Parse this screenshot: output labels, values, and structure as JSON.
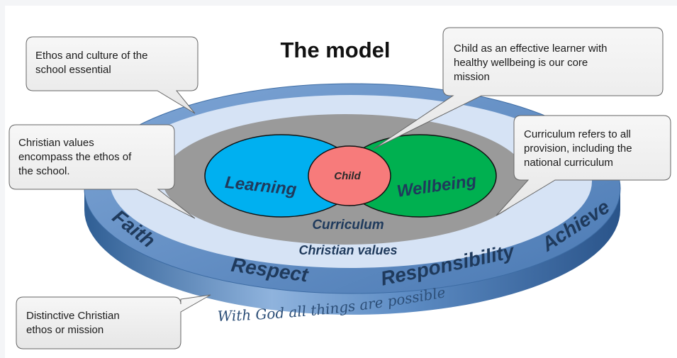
{
  "title": "The model",
  "model": {
    "child": "Child",
    "learning": "Learning",
    "wellbeing": "Wellbeing",
    "curriculum": "Curriculum",
    "christian_values": "Christian values",
    "values": {
      "faith": "Faith",
      "respect": "Respect",
      "responsibility": "Responsibility",
      "achieve": "Achieve"
    },
    "motto": "With God all things are possible"
  },
  "callouts": {
    "ethos": [
      "Ethos and culture of the",
      "school essential"
    ],
    "christian_values": [
      "Christian values",
      "encompass the ethos of",
      "the school."
    ],
    "child": [
      "Child as an effective learner with",
      "healthy wellbeing is our core",
      "mission"
    ],
    "curriculum": [
      "Curriculum refers to all",
      "provision, including the",
      "national curriculum"
    ],
    "distinctive": [
      "Distinctive Christian",
      "ethos or mission"
    ]
  },
  "colors": {
    "disc_side": "#4a7db5",
    "disc_top_ring": "#6f9bd0",
    "christian_values_ring": "#d6e3f5",
    "curriculum_ring": "#9a9a9a",
    "learning": "#00b0f0",
    "wellbeing": "#00b050",
    "child": "#f77b7b",
    "value_text": "#1f3a5c"
  }
}
